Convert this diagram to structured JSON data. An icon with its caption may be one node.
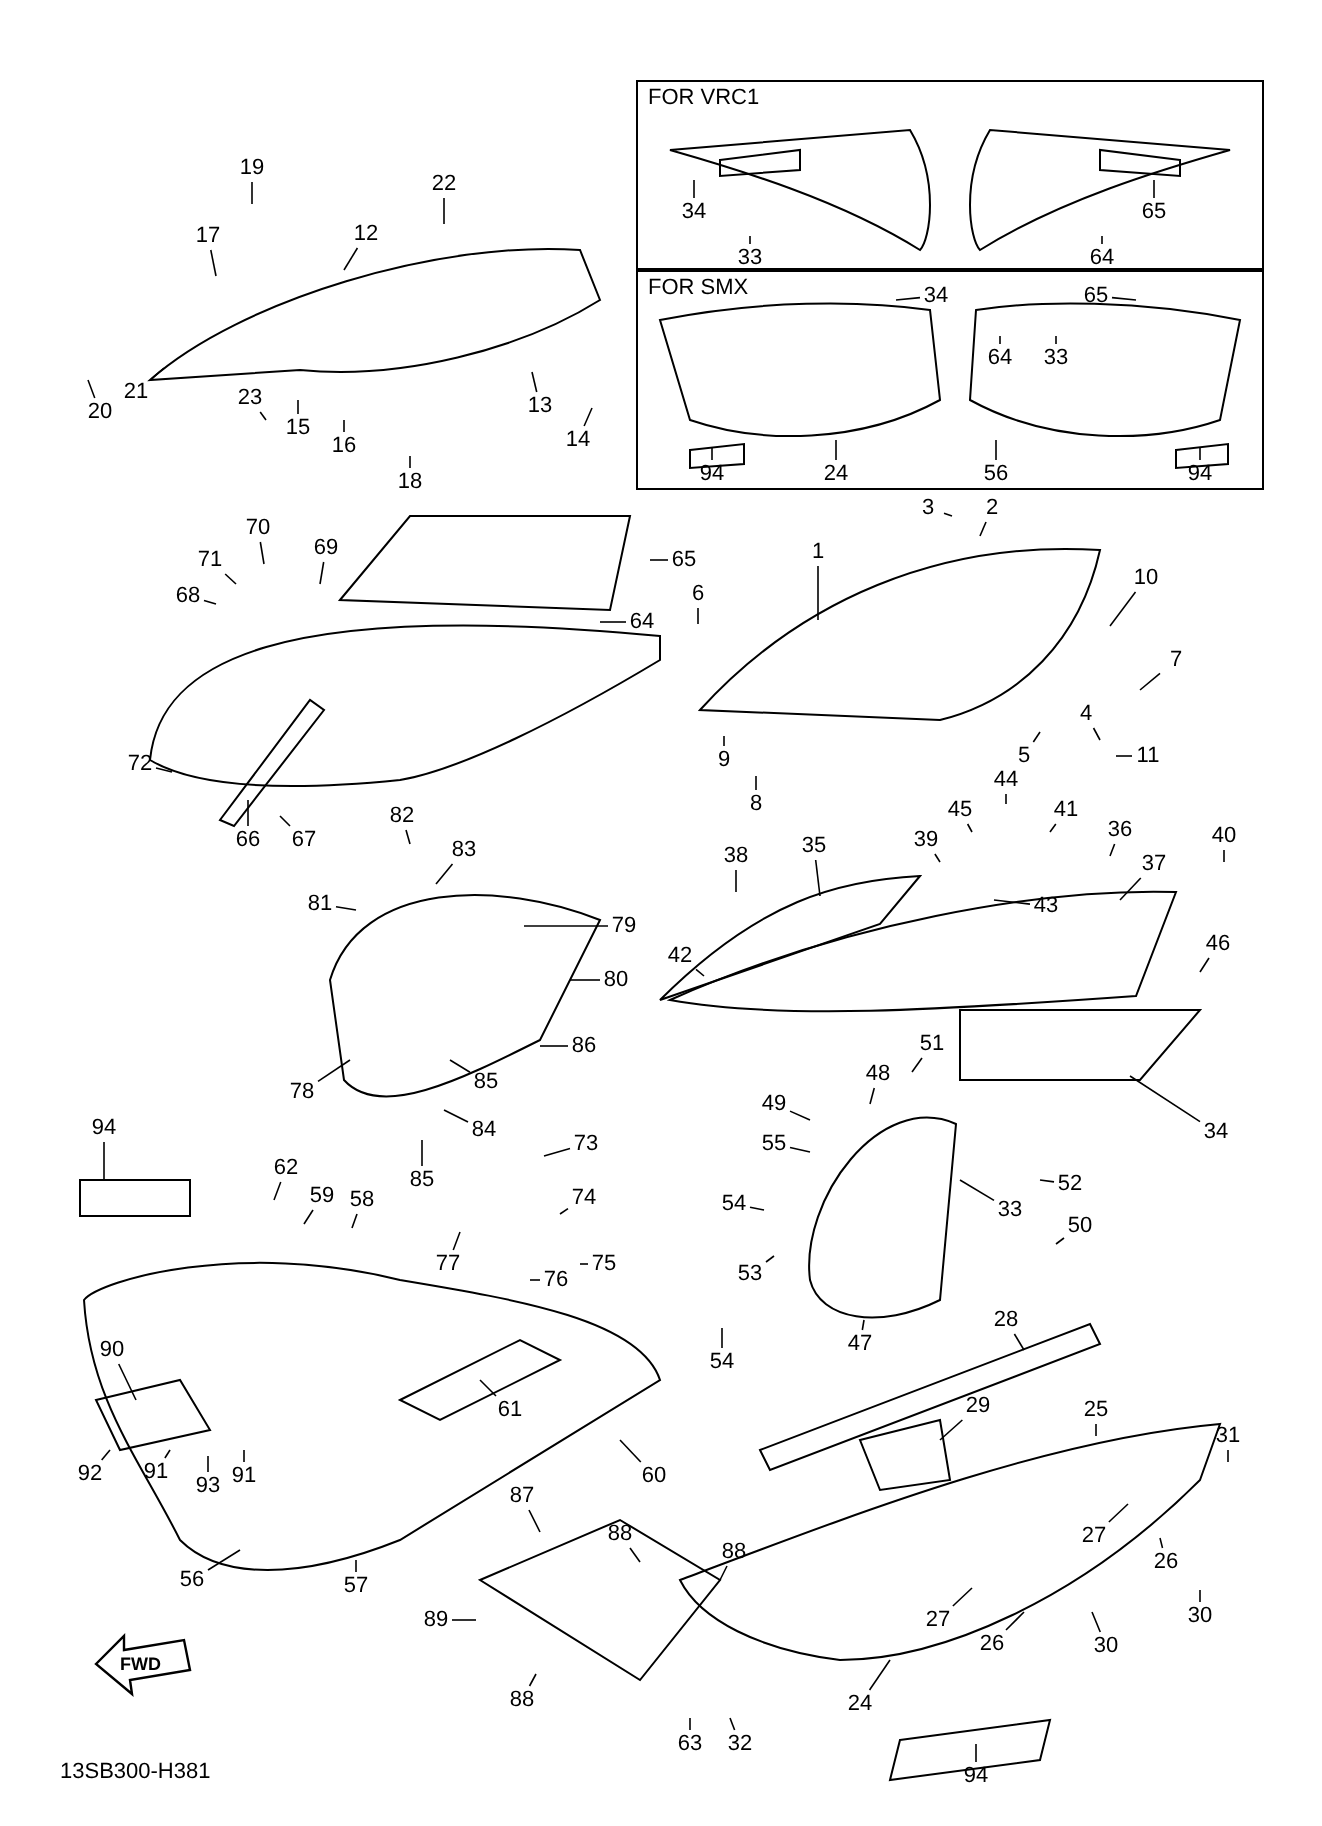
{
  "diagram": {
    "nodes": [
      {
        "text": [
          "FOR VRC1"
        ]
      },
      {
        "text": [
          "34"
        ],
        "in": 0
      },
      {
        "text": [
          "33"
        ],
        "in": 0
      },
      {
        "text": [
          "65"
        ],
        "in": 0
      },
      {
        "text": [
          "64"
        ],
        "in": 0
      },
      {
        "text": [
          "FOR SMX"
        ]
      },
      {
        "text": [
          "34"
        ],
        "in": 5
      },
      {
        "text": [
          "33"
        ],
        "in": 5
      },
      {
        "text": [
          "65"
        ],
        "in": 5
      },
      {
        "text": [
          "64"
        ],
        "in": 5
      },
      {
        "text": [
          "94"
        ],
        "in": 5
      },
      {
        "text": [
          "24"
        ],
        "in": 5
      },
      {
        "text": [
          "56"
        ],
        "in": 5
      },
      {
        "text": [
          "94"
        ],
        "in": 5
      },
      {
        "text": [
          "19"
        ]
      },
      {
        "text": [
          "22"
        ]
      },
      {
        "text": [
          "17"
        ]
      },
      {
        "text": [
          "12"
        ]
      },
      {
        "text": [
          "20"
        ]
      },
      {
        "text": [
          "21"
        ]
      },
      {
        "text": [
          "23"
        ]
      },
      {
        "text": [
          "15"
        ]
      },
      {
        "text": [
          "16"
        ]
      },
      {
        "text": [
          "18"
        ]
      },
      {
        "text": [
          "13"
        ]
      },
      {
        "text": [
          "14"
        ]
      },
      {
        "text": [
          "3"
        ]
      },
      {
        "text": [
          "2"
        ]
      },
      {
        "text": [
          "1"
        ]
      },
      {
        "text": [
          "10"
        ]
      },
      {
        "text": [
          "6"
        ]
      },
      {
        "text": [
          "7"
        ]
      },
      {
        "text": [
          "4"
        ]
      },
      {
        "text": [
          "5"
        ]
      },
      {
        "text": [
          "11"
        ]
      },
      {
        "text": [
          "9"
        ]
      },
      {
        "text": [
          "8"
        ]
      },
      {
        "text": [
          "65"
        ]
      },
      {
        "text": [
          "64"
        ]
      },
      {
        "text": [
          "70"
        ]
      },
      {
        "text": [
          "69"
        ]
      },
      {
        "text": [
          "71"
        ]
      },
      {
        "text": [
          "68"
        ]
      },
      {
        "text": [
          "72"
        ]
      },
      {
        "text": [
          "66"
        ]
      },
      {
        "text": [
          "67"
        ]
      },
      {
        "text": [
          "82"
        ]
      },
      {
        "text": [
          "83"
        ]
      },
      {
        "text": [
          "81"
        ]
      },
      {
        "text": [
          "79"
        ]
      },
      {
        "text": [
          "80"
        ]
      },
      {
        "text": [
          "86"
        ]
      },
      {
        "text": [
          "78"
        ]
      },
      {
        "text": [
          "85"
        ]
      },
      {
        "text": [
          "84"
        ]
      },
      {
        "text": [
          "85"
        ]
      },
      {
        "text": [
          "38"
        ]
      },
      {
        "text": [
          "35"
        ]
      },
      {
        "text": [
          "44"
        ]
      },
      {
        "text": [
          "45"
        ]
      },
      {
        "text": [
          "41"
        ]
      },
      {
        "text": [
          "36"
        ]
      },
      {
        "text": [
          "39"
        ]
      },
      {
        "text": [
          "37"
        ]
      },
      {
        "text": [
          "40"
        ]
      },
      {
        "text": [
          "43"
        ]
      },
      {
        "text": [
          "42"
        ]
      },
      {
        "text": [
          "46"
        ]
      },
      {
        "text": [
          "51"
        ]
      },
      {
        "text": [
          "48"
        ]
      },
      {
        "text": [
          "49"
        ]
      },
      {
        "text": [
          "55"
        ]
      },
      {
        "text": [
          "52"
        ]
      },
      {
        "text": [
          "50"
        ]
      },
      {
        "text": [
          "33"
        ]
      },
      {
        "text": [
          "34"
        ]
      },
      {
        "text": [
          "54"
        ]
      },
      {
        "text": [
          "53"
        ]
      },
      {
        "text": [
          "54"
        ]
      },
      {
        "text": [
          "47"
        ]
      },
      {
        "text": [
          "28"
        ]
      },
      {
        "text": [
          "94"
        ]
      },
      {
        "text": [
          "62"
        ]
      },
      {
        "text": [
          "59"
        ]
      },
      {
        "text": [
          "58"
        ]
      },
      {
        "text": [
          "73"
        ]
      },
      {
        "text": [
          "74"
        ]
      },
      {
        "text": [
          "77"
        ]
      },
      {
        "text": [
          "75"
        ]
      },
      {
        "text": [
          "76"
        ]
      },
      {
        "text": [
          "61"
        ]
      },
      {
        "text": [
          "60"
        ]
      },
      {
        "text": [
          "90"
        ]
      },
      {
        "text": [
          "92"
        ]
      },
      {
        "text": [
          "91"
        ]
      },
      {
        "text": [
          "93"
        ]
      },
      {
        "text": [
          "91"
        ]
      },
      {
        "text": [
          "56"
        ]
      },
      {
        "text": [
          "57"
        ]
      },
      {
        "text": [
          "87"
        ]
      },
      {
        "text": [
          "88"
        ]
      },
      {
        "text": [
          "88"
        ]
      },
      {
        "text": [
          "89"
        ]
      },
      {
        "text": [
          "88"
        ]
      },
      {
        "text": [
          "29"
        ]
      },
      {
        "text": [
          "25"
        ]
      },
      {
        "text": [
          "31"
        ]
      },
      {
        "text": [
          "27"
        ]
      },
      {
        "text": [
          "26"
        ]
      },
      {
        "text": [
          "30"
        ]
      },
      {
        "text": [
          "27"
        ]
      },
      {
        "text": [
          "26"
        ]
      },
      {
        "text": [
          "30"
        ]
      },
      {
        "text": [
          "24"
        ]
      },
      {
        "text": [
          "94"
        ]
      },
      {
        "text": [
          "63"
        ]
      },
      {
        "text": [
          "32"
        ]
      }
    ],
    "edges": [
      {
        "from": 1,
        "to": null,
        "arrow": "none"
      },
      {
        "from": 2,
        "to": null,
        "arrow": "none"
      },
      {
        "from": 3,
        "to": null,
        "arrow": "none"
      },
      {
        "from": 4,
        "to": null,
        "arrow": "none"
      },
      {
        "from": 6,
        "to": null,
        "arrow": "none"
      },
      {
        "from": 7,
        "to": null,
        "arrow": "none"
      },
      {
        "from": 8,
        "to": null,
        "arrow": "none"
      },
      {
        "from": 9,
        "to": null,
        "arrow": "none"
      },
      {
        "from": 10,
        "to": null,
        "arrow": "none"
      },
      {
        "from": 11,
        "to": null,
        "arrow": "none"
      },
      {
        "from": 12,
        "to": null,
        "arrow": "none"
      },
      {
        "from": 13,
        "to": null,
        "arrow": "none"
      },
      {
        "from": 14,
        "to": null,
        "arrow": "none"
      },
      {
        "from": 15,
        "to": null,
        "arrow": "none"
      },
      {
        "from": 16,
        "to": null,
        "arrow": "none"
      },
      {
        "from": 17,
        "to": null,
        "arrow": "none"
      },
      {
        "from": 18,
        "to": null,
        "arrow": "none"
      },
      {
        "from": 19,
        "to": null,
        "arrow": "none"
      },
      {
        "from": 20,
        "to": null,
        "arrow": "none"
      },
      {
        "from": 21,
        "to": null,
        "arrow": "none"
      },
      {
        "from": 22,
        "to": null,
        "arrow": "none"
      },
      {
        "from": 23,
        "to": null,
        "arrow": "none"
      },
      {
        "from": 24,
        "to": null,
        "arrow": "none"
      },
      {
        "from": 25,
        "to": null,
        "arrow": "none"
      },
      {
        "from": 26,
        "to": null,
        "arrow": "none"
      },
      {
        "from": 27,
        "to": null,
        "arrow": "none"
      },
      {
        "from": 28,
        "to": null,
        "arrow": "none"
      },
      {
        "from": 29,
        "to": null,
        "arrow": "none"
      },
      {
        "from": 30,
        "to": null,
        "arrow": "none"
      },
      {
        "from": 31,
        "to": null,
        "arrow": "none"
      },
      {
        "from": 32,
        "to": null,
        "arrow": "none"
      },
      {
        "from": 33,
        "to": null,
        "arrow": "none"
      },
      {
        "from": 34,
        "to": null,
        "arrow": "none"
      },
      {
        "from": 35,
        "to": null,
        "arrow": "none"
      },
      {
        "from": 36,
        "to": null,
        "arrow": "none"
      },
      {
        "from": 37,
        "to": null,
        "arrow": "none"
      },
      {
        "from": 38,
        "to": null,
        "arrow": "none"
      },
      {
        "from": 39,
        "to": null,
        "arrow": "none"
      },
      {
        "from": 40,
        "to": null,
        "arrow": "none"
      },
      {
        "from": 41,
        "to": null,
        "arrow": "none"
      },
      {
        "from": 42,
        "to": null,
        "arrow": "none"
      },
      {
        "from": 43,
        "to": null,
        "arrow": "none"
      },
      {
        "from": 44,
        "to": null,
        "arrow": "none"
      },
      {
        "from": 45,
        "to": null,
        "arrow": "none"
      },
      {
        "from": 46,
        "to": null,
        "arrow": "none"
      },
      {
        "from": 47,
        "to": null,
        "arrow": "none"
      },
      {
        "from": 48,
        "to": null,
        "arrow": "none"
      },
      {
        "from": 49,
        "to": null,
        "arrow": "none"
      },
      {
        "from": 50,
        "to": null,
        "arrow": "none"
      },
      {
        "from": 51,
        "to": null,
        "arrow": "none"
      },
      {
        "from": 52,
        "to": null,
        "arrow": "none"
      },
      {
        "from": 53,
        "to": null,
        "arrow": "none"
      },
      {
        "from": 54,
        "to": null,
        "arrow": "none"
      },
      {
        "from": 55,
        "to": null,
        "arrow": "none"
      },
      {
        "from": 56,
        "to": null,
        "arrow": "none"
      },
      {
        "from": 57,
        "to": null,
        "arrow": "none"
      },
      {
        "from": 58,
        "to": null,
        "arrow": "none"
      },
      {
        "from": 59,
        "to": null,
        "arrow": "none"
      },
      {
        "from": 60,
        "to": null,
        "arrow": "none"
      },
      {
        "from": 61,
        "to": null,
        "arrow": "none"
      },
      {
        "from": 62,
        "to": null,
        "arrow": "none"
      },
      {
        "from": 63,
        "to": null,
        "arrow": "none"
      },
      {
        "from": 64,
        "to": null,
        "arrow": "none"
      },
      {
        "from": 65,
        "to": null,
        "arrow": "none"
      },
      {
        "from": 66,
        "to": null,
        "arrow": "none"
      },
      {
        "from": 67,
        "to": null,
        "arrow": "none"
      },
      {
        "from": 68,
        "to": null,
        "arrow": "none"
      },
      {
        "from": 69,
        "to": null,
        "arrow": "none"
      },
      {
        "from": 70,
        "to": null,
        "arrow": "none"
      },
      {
        "from": 71,
        "to": null,
        "arrow": "none"
      },
      {
        "from": 72,
        "to": null,
        "arrow": "none"
      },
      {
        "from": 73,
        "to": null,
        "arrow": "none"
      },
      {
        "from": 74,
        "to": null,
        "arrow": "none"
      },
      {
        "from": 75,
        "to": null,
        "arrow": "none"
      },
      {
        "from": 76,
        "to": null,
        "arrow": "none"
      },
      {
        "from": 77,
        "to": null,
        "arrow": "none"
      },
      {
        "from": 78,
        "to": null,
        "arrow": "none"
      },
      {
        "from": 79,
        "to": null,
        "arrow": "none"
      },
      {
        "from": 80,
        "to": null,
        "arrow": "none"
      },
      {
        "from": 81,
        "to": null,
        "arrow": "none"
      },
      {
        "from": 82,
        "to": null,
        "arrow": "none"
      },
      {
        "from": 83,
        "to": null,
        "arrow": "none"
      },
      {
        "from": 84,
        "to": null,
        "arrow": "none"
      },
      {
        "from": 85,
        "to": null,
        "arrow": "none"
      },
      {
        "from": 86,
        "to": null,
        "arrow": "none"
      },
      {
        "from": 87,
        "to": null,
        "arrow": "none"
      },
      {
        "from": 88,
        "to": null,
        "arrow": "none"
      },
      {
        "from": 89,
        "to": null,
        "arrow": "none"
      },
      {
        "from": 90,
        "to": null,
        "arrow": "none"
      },
      {
        "from": 91,
        "to": null,
        "arrow": "none"
      },
      {
        "from": 92,
        "to": null,
        "arrow": "none"
      },
      {
        "from": 93,
        "to": null,
        "arrow": "none"
      },
      {
        "from": 94,
        "to": null,
        "arrow": "none"
      },
      {
        "from": 95,
        "to": null,
        "arrow": "none"
      },
      {
        "from": 96,
        "to": null,
        "arrow": "none"
      },
      {
        "from": 97,
        "to": null,
        "arrow": "none"
      },
      {
        "from": 98,
        "to": null,
        "arrow": "none"
      },
      {
        "from": 99,
        "to": null,
        "arrow": "none"
      },
      {
        "from": 100,
        "to": null,
        "arrow": "none"
      },
      {
        "from": 101,
        "to": null,
        "arrow": "none"
      },
      {
        "from": 102,
        "to": null,
        "arrow": "none"
      },
      {
        "from": 103,
        "to": null,
        "arrow": "none"
      },
      {
        "from": 104,
        "to": null,
        "arrow": "none"
      },
      {
        "from": 105,
        "to": null,
        "arrow": "none"
      },
      {
        "from": 106,
        "to": null,
        "arrow": "none"
      },
      {
        "from": 107,
        "to": null,
        "arrow": "none"
      },
      {
        "from": 108,
        "to": null,
        "arrow": "none"
      },
      {
        "from": 109,
        "to": null,
        "arrow": "none"
      },
      {
        "from": 110,
        "to": null,
        "arrow": "none"
      },
      {
        "from": 111,
        "to": null,
        "arrow": "none"
      },
      {
        "from": 112,
        "to": null,
        "arrow": "none"
      },
      {
        "from": 113,
        "to": null,
        "arrow": "none"
      },
      {
        "from": 114,
        "to": null,
        "arrow": "none"
      },
      {
        "from": 115,
        "to": null,
        "arrow": "none"
      },
      {
        "from": 116,
        "to": null,
        "arrow": "none"
      }
    ],
    "labels": [
      "FWD",
      "13SB300-H381"
    ]
  }
}
